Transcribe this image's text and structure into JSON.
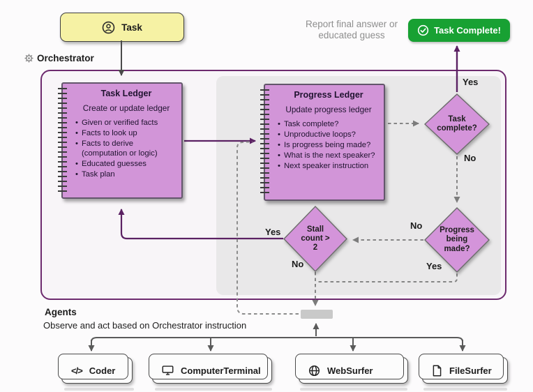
{
  "task": {
    "label": "Task",
    "icon": "user-circle-icon"
  },
  "orchestrator_label": "Orchestrator",
  "orchestrator_icon": "gear-icon",
  "report": {
    "line1": "Report final answer or",
    "line2": "educated guess"
  },
  "complete_button": {
    "label": "Task Complete!",
    "icon": "check-circle-icon"
  },
  "task_ledger": {
    "title": "Task Ledger",
    "subtitle": "Create or update ledger",
    "items": [
      "Given or verified facts",
      "Facts to look up",
      "Facts to derive (computation or logic)",
      "Educated guesses",
      "Task plan"
    ]
  },
  "progress_ledger": {
    "title": "Progress Ledger",
    "subtitle": "Update progress ledger",
    "items": [
      "Task complete?",
      "Unproductive loops?",
      "Is progress being made?",
      "What is the next speaker?",
      "Next speaker instruction"
    ]
  },
  "decisions": {
    "task_complete": {
      "label": "Task complete?",
      "yes": "Yes",
      "no": "No"
    },
    "progress": {
      "label": "Progress being made?",
      "yes": "Yes",
      "no": "No"
    },
    "stall": {
      "label": "Stall count > 2",
      "yes": "Yes",
      "no": "No"
    }
  },
  "agents": {
    "title": "Agents",
    "subtitle": "Observe and act based on Orchestrator instruction",
    "items": [
      {
        "label": "Coder",
        "icon": "code-icon"
      },
      {
        "label": "ComputerTerminal",
        "icon": "terminal-icon"
      },
      {
        "label": "WebSurfer",
        "icon": "globe-icon"
      },
      {
        "label": "FileSurfer",
        "icon": "file-icon"
      }
    ]
  },
  "bullet": "•",
  "colors": {
    "accent_purple": "#5b2163",
    "orchestrator_border": "#6d2a6e",
    "ledger_fill": "#d295d8",
    "diamond_fill": "#d494da",
    "task_fill": "#f6f2a4",
    "complete_green": "#18a133",
    "panel_gray": "#e9e8e9",
    "dashed_gray": "#858585"
  }
}
